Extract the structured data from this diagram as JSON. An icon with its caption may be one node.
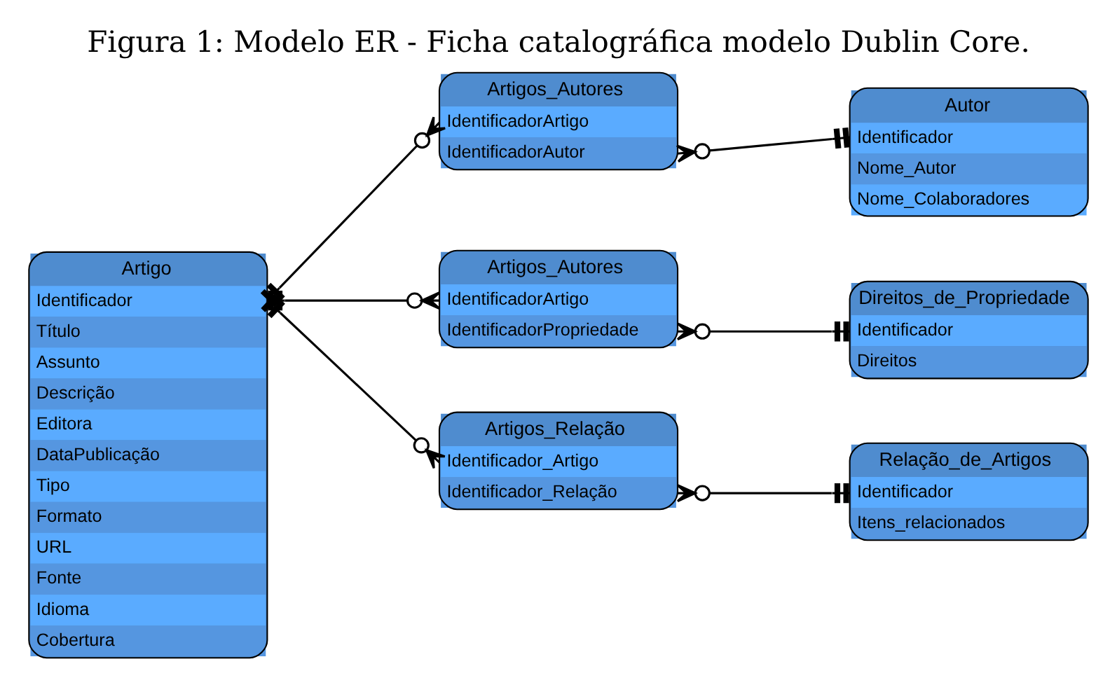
{
  "diagram": {
    "title": "Figura 1: Modelo ER - Ficha catalográfica modelo Dublin Core.",
    "nodes": [
      {
        "text": [
          "Artigo",
          "Identificador",
          "Título",
          "Assunto",
          "Descrição",
          "Editora",
          "DataPublicação",
          "Tipo",
          "Formato",
          "URL",
          "Fonte",
          "Idioma",
          "Cobertura"
        ]
      },
      {
        "text": [
          "Artigos_Autores",
          "IdentificadorArtigo",
          "IdentificadorAutor"
        ]
      },
      {
        "text": [
          "Autor",
          "Identificador",
          "Nome_Autor",
          "Nome_Colaboradores"
        ]
      },
      {
        "text": [
          "Artigos_Autores",
          "IdentificadorArtigo",
          "IdentificadorPropriedade"
        ]
      },
      {
        "text": [
          "Direitos_de_Propriedade",
          "Identificador",
          "Direitos"
        ]
      },
      {
        "text": [
          "Artigos_Relação",
          "Identificador_Artigo",
          "Identificador_Relação"
        ]
      },
      {
        "text": [
          "Relação_de_Artigos",
          "Identificador",
          "Itens_relacionados"
        ]
      }
    ],
    "edges": [
      {
        "from": 0,
        "to": 1,
        "arrow": "other"
      },
      {
        "from": 0,
        "to": 3,
        "arrow": "other"
      },
      {
        "from": 0,
        "to": 5,
        "arrow": "other"
      },
      {
        "from": 2,
        "to": 1,
        "arrow": "other"
      },
      {
        "from": 4,
        "to": 3,
        "arrow": "other"
      },
      {
        "from": 6,
        "to": 5,
        "arrow": "other"
      }
    ]
  }
}
